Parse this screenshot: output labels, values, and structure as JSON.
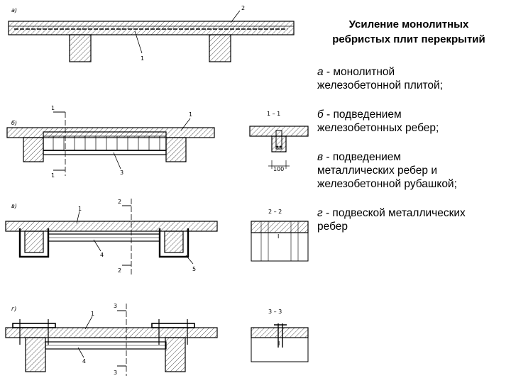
{
  "title": {
    "line1": "Усиление монолитных",
    "line2": "ребристых плит перекрытий"
  },
  "captions": [
    {
      "letter": "а",
      "lines": [
        " - монолитной",
        "железобетонной плитой;"
      ]
    },
    {
      "letter": "б",
      "lines": [
        " - подведением",
        "железобетонных ребер;"
      ]
    },
    {
      "letter": "в",
      "lines": [
        " - подведением",
        "металлических ребер и",
        "железобетонной рубашкой;"
      ]
    },
    {
      "letter": "г",
      "lines": [
        " - подвеской металлических",
        "ребер"
      ]
    }
  ],
  "figure_labels": {
    "a": "а)",
    "b": "б)",
    "v": "в)",
    "g": "г)",
    "one": "1",
    "two": "2",
    "three": "3",
    "four": "4",
    "five": "5",
    "sec11": "1 – 1",
    "sec22": "2 – 2",
    "sec33": "3 – 3",
    "dim100": "100",
    "ibeam": "I"
  }
}
